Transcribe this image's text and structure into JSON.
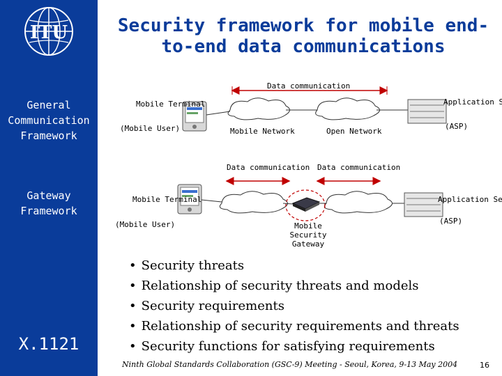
{
  "sidebar": {
    "labels": [
      "General Communication Framework",
      "Gateway Framework",
      "X.1121"
    ],
    "logo_text": "ITU"
  },
  "title": "Security framework for mobile end-to-end data communications",
  "diagram1": {
    "data_communication": "Data communication",
    "terminal": "Mobile Terminal",
    "user": "(Mobile User)",
    "mobile_network": "Mobile Network",
    "open_network": "Open Network",
    "server": "Application Server",
    "asp": "(ASP)"
  },
  "diagram2": {
    "data_communication_left": "Data communication",
    "data_communication_right": "Data communication",
    "terminal": "Mobile Terminal",
    "user": "(Mobile User)",
    "gateway": "Mobile Security Gateway",
    "server": "Application Server",
    "asp": "(ASP)"
  },
  "bullets": [
    "Security threats",
    "Relationship of security threats and models",
    "Security requirements",
    "Relationship of security requirements and threats",
    "Security functions for satisfying requirements"
  ],
  "footer": "Ninth Global Standards Collaboration (GSC-9) Meeting - Seoul, Korea, 9-13 May 2004",
  "page_number": "16",
  "colors": {
    "brand": "#0a3c9a",
    "arrow": "#c00000"
  }
}
